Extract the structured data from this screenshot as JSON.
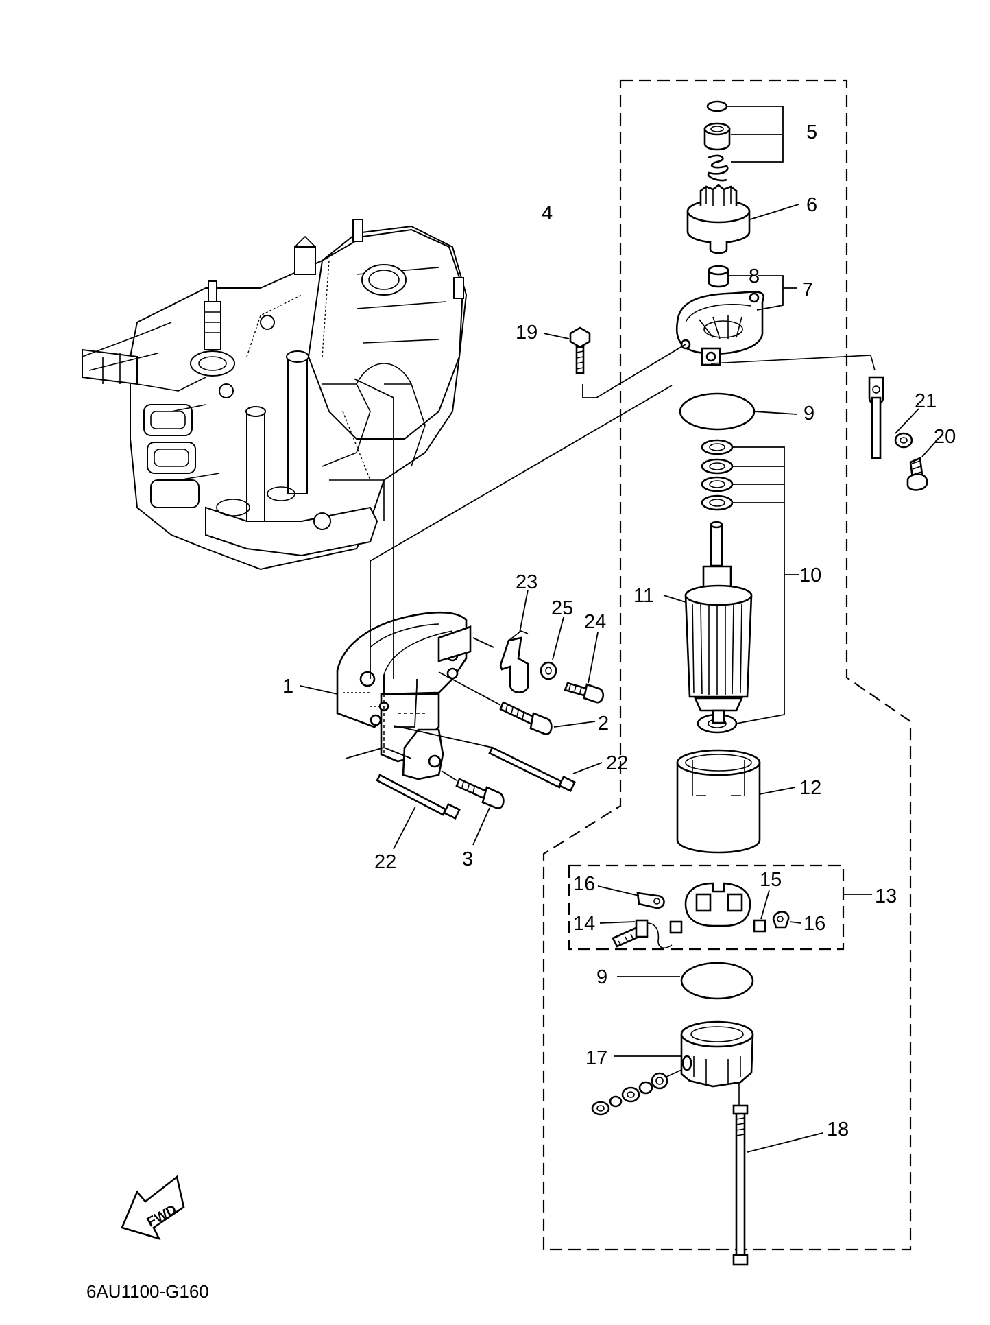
{
  "diagram": {
    "code": "6AU1100-G160",
    "direction_marker": "FWD",
    "callouts": {
      "c1": "1",
      "c2": "2",
      "c3": "3",
      "c4": "4",
      "c5": "5",
      "c6": "6",
      "c7": "7",
      "c8": "8",
      "c9a": "9",
      "c9b": "9",
      "c10": "10",
      "c11": "11",
      "c12": "12",
      "c13": "13",
      "c14": "14",
      "c15": "15",
      "c16a": "16",
      "c16b": "16",
      "c17": "17",
      "c18": "18",
      "c19": "19",
      "c20": "20",
      "c21": "21",
      "c22a": "22",
      "c22b": "22",
      "c23": "23",
      "c24": "24",
      "c25": "25"
    }
  }
}
